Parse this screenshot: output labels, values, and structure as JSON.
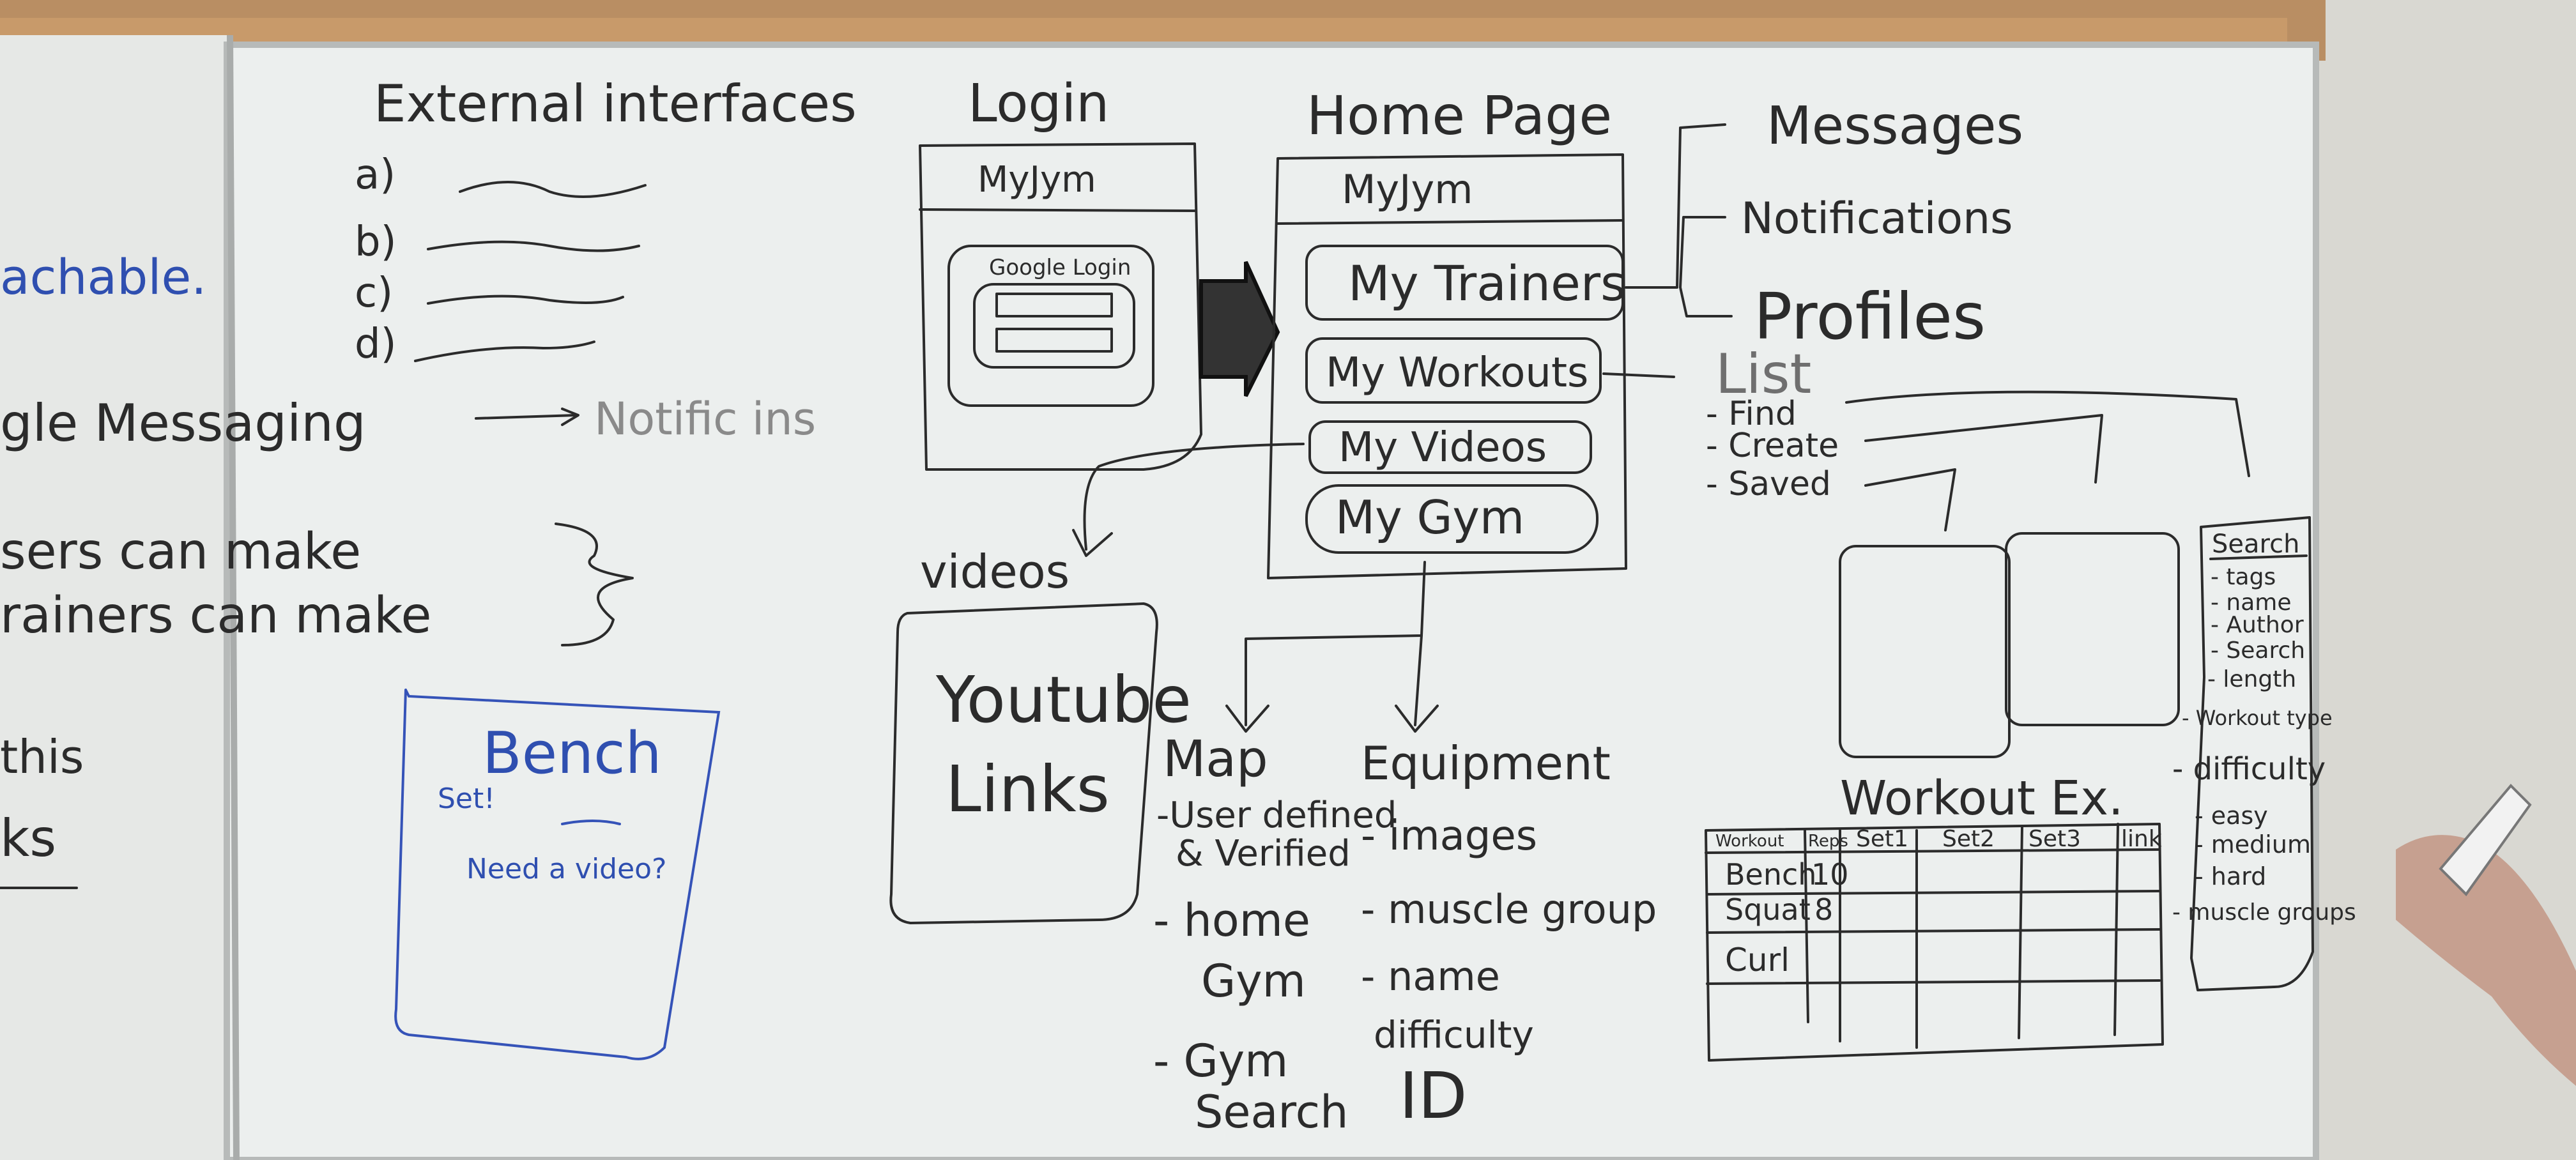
{
  "left_panel": {
    "lines": [
      "achable.",
      "gle Messaging",
      "sers can make",
      "rainers can make",
      "this",
      "ks"
    ],
    "notifications_arrow_text": "Notific  ins"
  },
  "external_interfaces": {
    "title": "External interfaces",
    "items": [
      "a)",
      "b)",
      "c)",
      "d)"
    ]
  },
  "login": {
    "title": "Login",
    "app_name": "MyJym",
    "google_login": "Google Login"
  },
  "videos": {
    "title": "videos",
    "body_line1": "Youtube",
    "body_line2": "Links"
  },
  "bench_card": {
    "title": "Bench",
    "set_label": "Set!",
    "note": "Need a video?"
  },
  "home_page": {
    "title": "Home Page",
    "app_name": "MyJym",
    "buttons": [
      "My Trainers",
      "My Workouts",
      "My Videos",
      "My Gym"
    ]
  },
  "right_menu": {
    "messages": "Messages",
    "notifications": "Notifications",
    "profiles": "Profiles",
    "list": "List",
    "list_items": [
      "- Find",
      "- Create",
      "- Saved"
    ]
  },
  "map": {
    "title": "Map",
    "items": [
      "-User defined",
      "& Verified",
      "- home",
      "Gym",
      "- Gym",
      "Search"
    ]
  },
  "equipment": {
    "title": "Equipment",
    "items": [
      "- images",
      "- muscle group",
      "- name",
      "difficulty",
      "ID"
    ]
  },
  "search_panel": {
    "title": "Search",
    "items": [
      "- tags",
      "- name",
      "- Author",
      "- Search",
      "- length",
      "- Workout type",
      "- difficulty",
      "- easy",
      "- medium",
      "- hard",
      "- muscle groups"
    ]
  },
  "workout_ex": {
    "title": "Workout Ex.",
    "headers": [
      "Workout",
      "Reps",
      "Set1",
      "Set2",
      "Set3",
      "link"
    ],
    "rows": [
      [
        "Bench",
        "10"
      ],
      [
        "Squat",
        "8"
      ],
      [
        "Curl",
        ""
      ]
    ]
  },
  "colors": {
    "board": "#eef0ee",
    "cork": "#c89a6a",
    "ink": "#2b2b2b",
    "blue_ink": "#2f4fb0",
    "wall": "#d9d8d2"
  }
}
